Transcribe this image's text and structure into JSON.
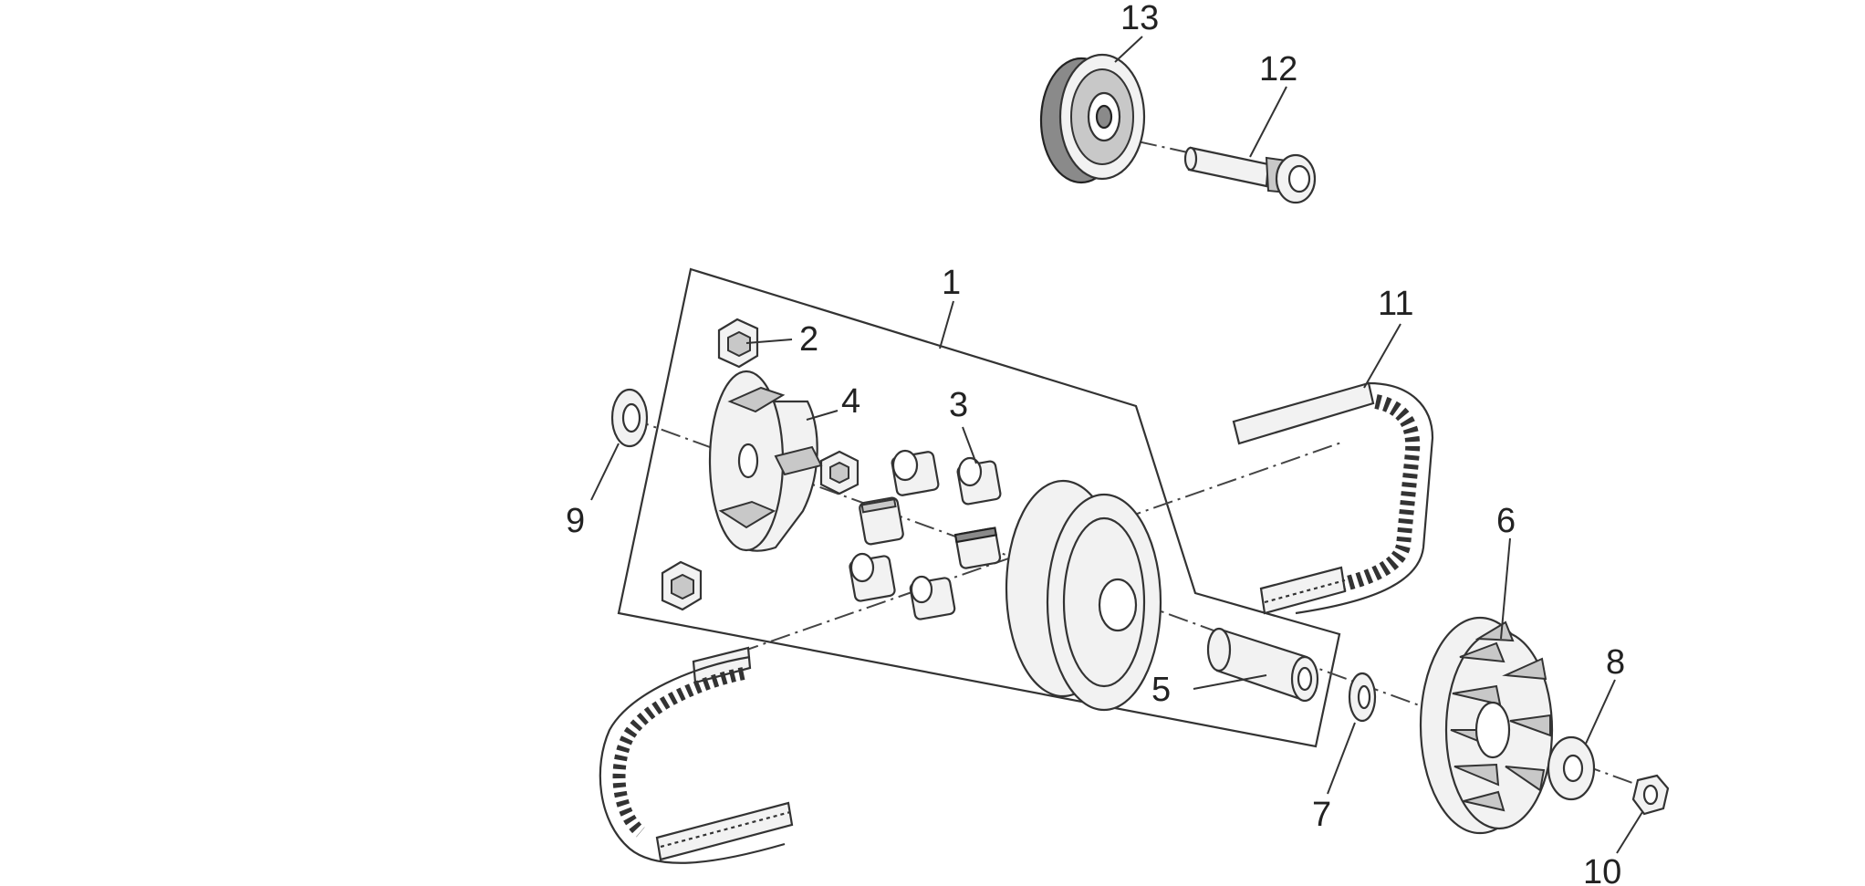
{
  "diagram": {
    "labels": {
      "l1": "1",
      "l2": "2",
      "l3": "3",
      "l4": "4",
      "l5": "5",
      "l6": "6",
      "l7": "7",
      "l8": "8",
      "l9": "9",
      "l10": "10",
      "l11": "11",
      "l12": "12",
      "l13": "13"
    },
    "colors": {
      "line": "#333333",
      "fill": "#f2f2f2",
      "dark": "#8a8a8a",
      "background": "#ffffff"
    }
  }
}
